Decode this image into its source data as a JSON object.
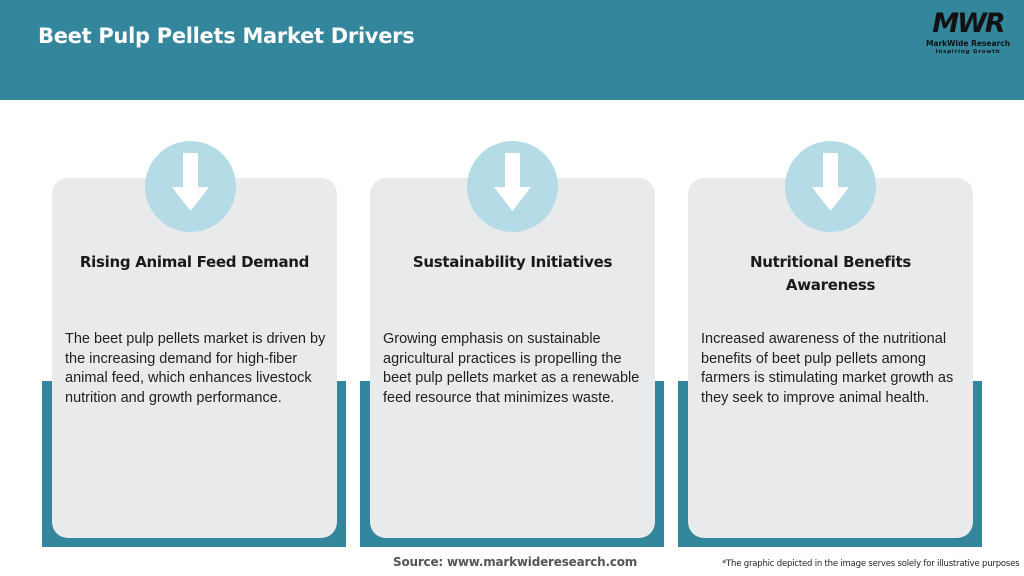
{
  "header": {
    "title": "Beet Pulp Pellets Market Drivers",
    "background_color": "#33869c"
  },
  "logo": {
    "mark": "MWR",
    "name": "MarkWide Research",
    "tagline": "Inspiring Growth"
  },
  "cards": [
    {
      "icon": "arrow-down-icon",
      "title": "Rising Animal Feed Demand",
      "body": "The beet pulp pellets market is driven by the increasing demand for high-fiber animal feed, which enhances livestock nutrition and growth performance."
    },
    {
      "icon": "arrow-down-icon",
      "title": "Sustainability Initiatives",
      "body": "Growing emphasis on sustainable agricultural practices is propelling the beet pulp pellets market as a renewable feed resource that minimizes waste."
    },
    {
      "icon": "arrow-down-icon",
      "title": "Nutritional Benefits Awareness",
      "body": "Increased awareness of the nutritional benefits of beet pulp pellets among farmers is stimulating market growth as they seek to improve animal health."
    }
  ],
  "colors": {
    "accent": "#33869c",
    "card_background": "#e8eaec",
    "icon_circle": "#b5dbe6"
  },
  "footer": {
    "source": "Source: www.markwideresearch.com",
    "disclaimer": "*The graphic depicted in the image serves solely for illustrative purposes"
  }
}
